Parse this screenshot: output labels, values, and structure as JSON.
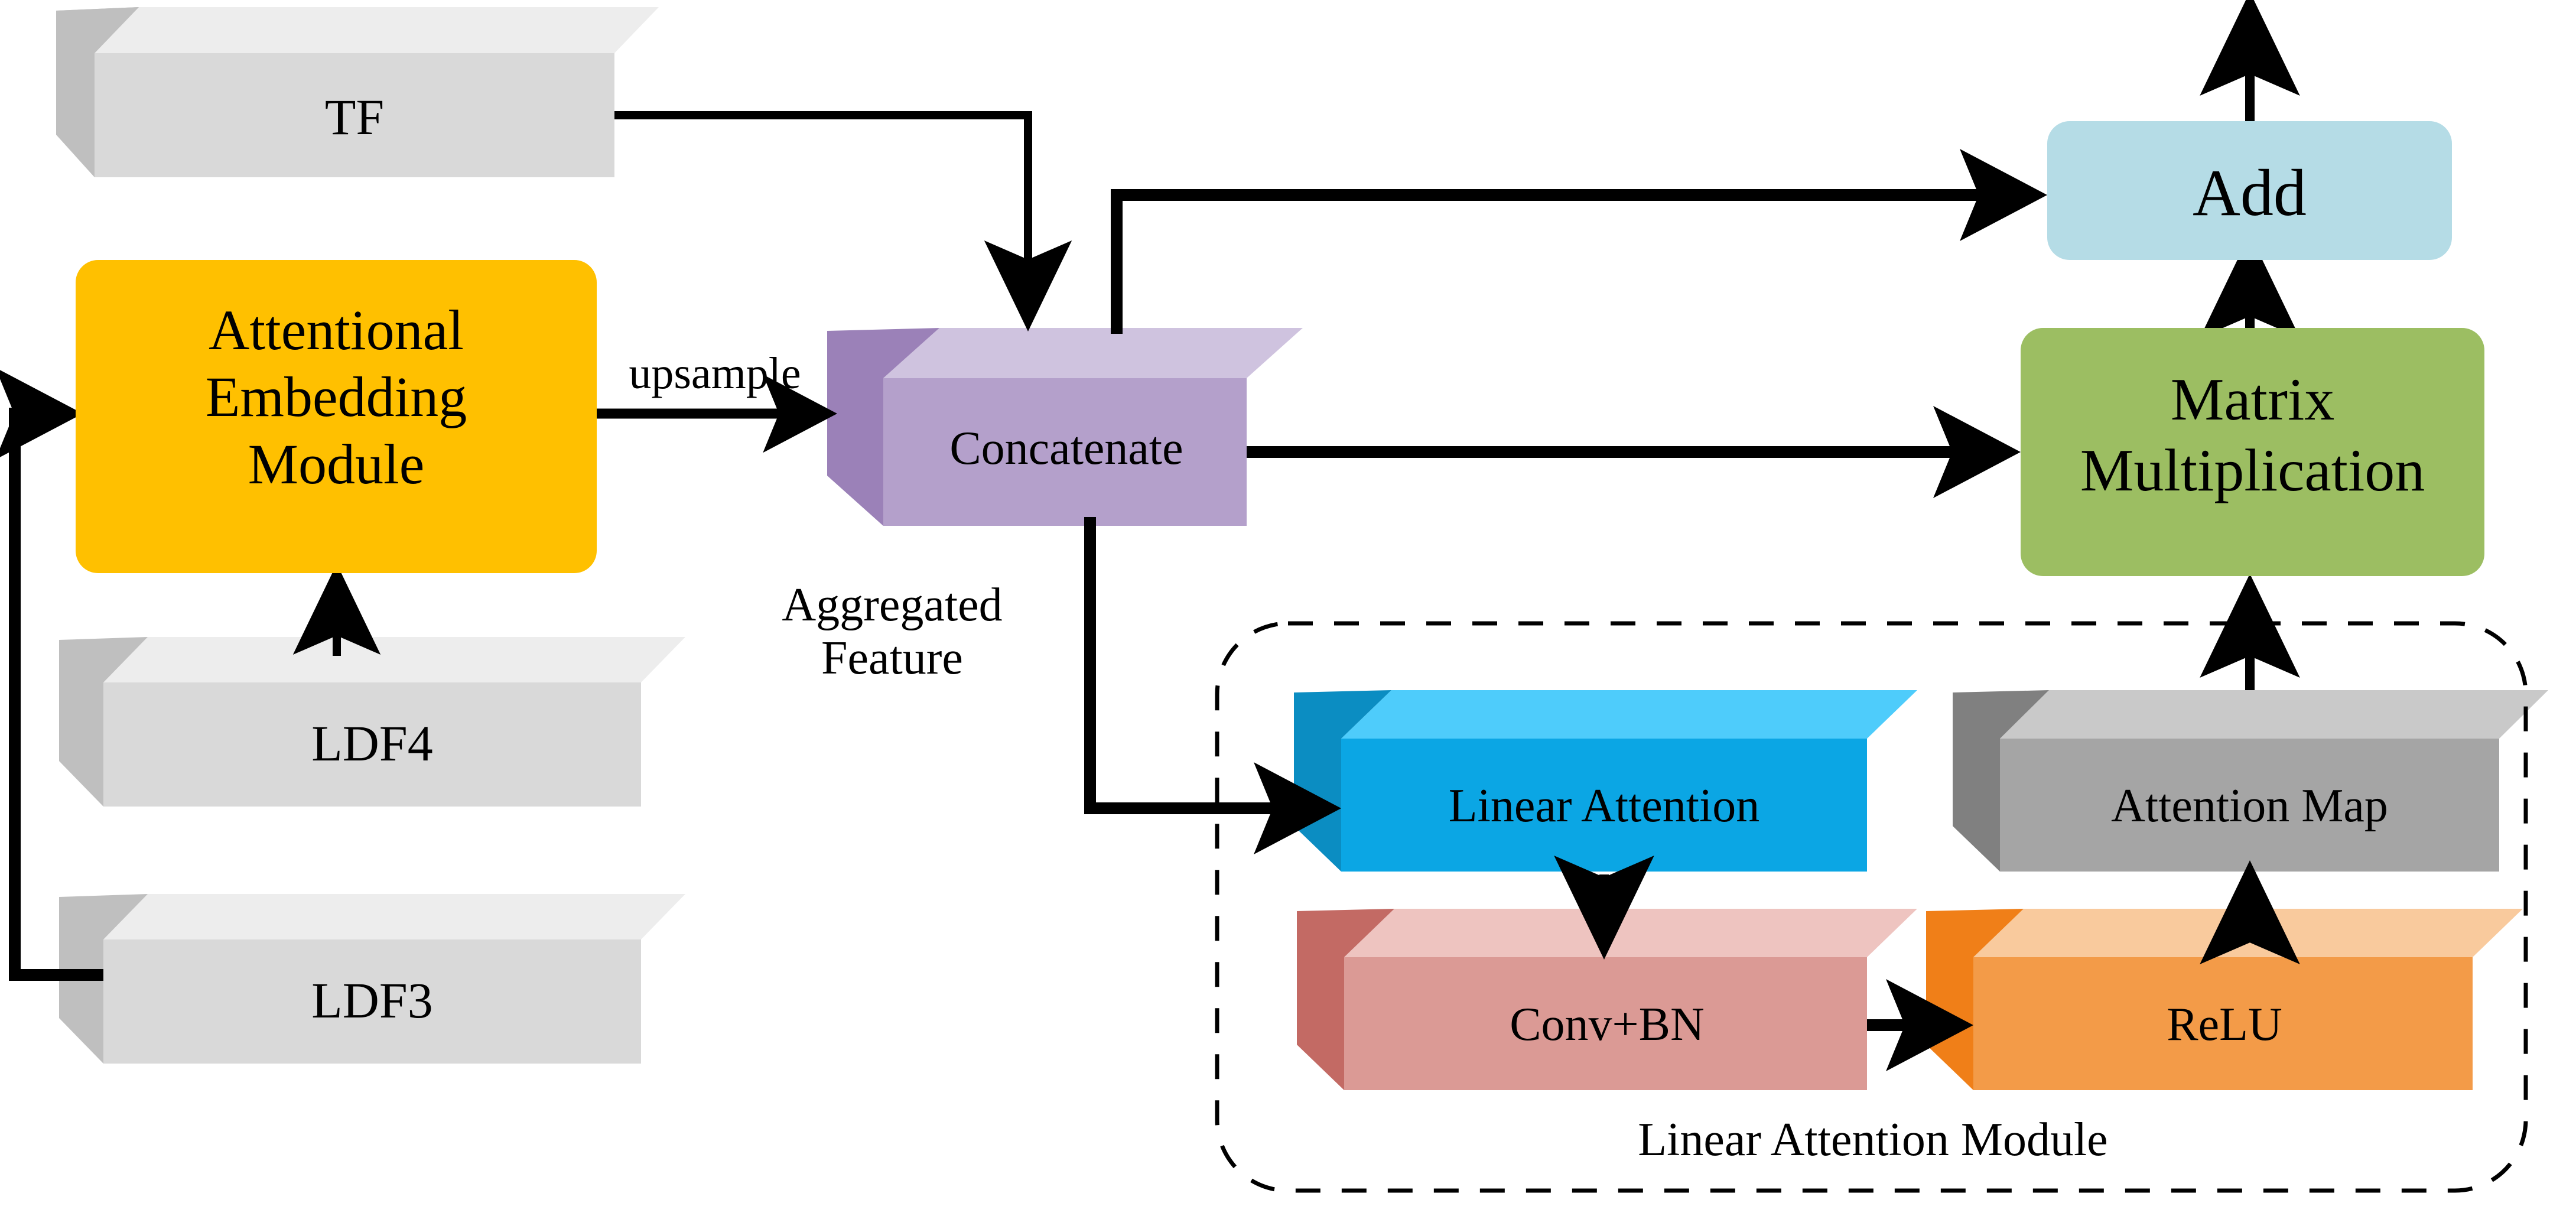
{
  "diagram": {
    "title": "Attentional Embedding and Linear Attention Module architecture",
    "background": "#ffffff"
  },
  "nodes": {
    "tf": {
      "label": "TF",
      "shape": "cube3d",
      "colors": {
        "front": "#D9D9D9",
        "top": "#EDEDED",
        "side": "#BFBFBF"
      }
    },
    "ldf4": {
      "label": "LDF4",
      "shape": "cube3d",
      "colors": {
        "front": "#D9D9D9",
        "top": "#EDEDED",
        "side": "#BFBFBF"
      }
    },
    "ldf3": {
      "label": "LDF3",
      "shape": "cube3d",
      "colors": {
        "front": "#D9D9D9",
        "top": "#EDEDED",
        "side": "#BFBFBF"
      }
    },
    "aem": {
      "label": "Attentional\nEmbedding\nModule",
      "shape": "rounded-rect",
      "color": "#FFC000"
    },
    "concatenate": {
      "label": "Concatenate",
      "shape": "cube3d",
      "colors": {
        "front": "#B4A0CB",
        "top": "#CFC3DF",
        "side": "#9B81B8"
      }
    },
    "add": {
      "label": "Add",
      "shape": "rounded-rect",
      "color": "#B5DCE6"
    },
    "matmul": {
      "label": "Matrix\nMultiplication",
      "shape": "rounded-rect",
      "color": "#9CBE62"
    },
    "linear_attention": {
      "label": "Linear Attention",
      "shape": "cube3d",
      "colors": {
        "front": "#0BA6E4",
        "top": "#4ECCFB",
        "side": "#0B8DC2"
      }
    },
    "conv_bn": {
      "label": "Conv+BN",
      "shape": "cube3d",
      "colors": {
        "front": "#DB9A95",
        "top": "#EEC4C0",
        "side": "#C36A64"
      }
    },
    "relu": {
      "label": "ReLU",
      "shape": "cube3d",
      "colors": {
        "front": "#F39B48",
        "top": "#F9CA9D",
        "side": "#F07F18"
      }
    },
    "attention_map": {
      "label": "Attention Map",
      "shape": "cube3d",
      "colors": {
        "front": "#A5A5A5",
        "top": "#C9C9C9",
        "side": "#808080"
      }
    }
  },
  "groups": {
    "linear_attention_module": {
      "label": "Linear Attention Module",
      "style": "dashed-rounded"
    }
  },
  "edge_labels": {
    "upsample": "upsample",
    "aggregated_feature": "Aggregated\nFeature",
    "aggregated_feature_line1": "Aggregated",
    "aggregated_feature_line2": "Feature"
  },
  "edges": [
    {
      "from": "ldf3",
      "to": "aem",
      "name": "ldf3-to-aem"
    },
    {
      "from": "ldf4",
      "to": "aem",
      "name": "ldf4-to-aem"
    },
    {
      "from": "aem",
      "to": "concatenate",
      "label": "upsample",
      "name": "aem-to-concatenate"
    },
    {
      "from": "tf",
      "to": "concatenate",
      "name": "tf-to-concatenate"
    },
    {
      "from": "concatenate",
      "to": "add",
      "name": "concatenate-to-add"
    },
    {
      "from": "concatenate",
      "to": "matmul",
      "name": "concatenate-to-matmul"
    },
    {
      "from": "concatenate",
      "to": "linear_attention",
      "name": "concatenate-to-linear-attention"
    },
    {
      "from": "linear_attention",
      "to": "conv_bn",
      "name": "linear-attention-to-conv-bn"
    },
    {
      "from": "conv_bn",
      "to": "relu",
      "name": "conv-bn-to-relu"
    },
    {
      "from": "relu",
      "to": "attention_map",
      "name": "relu-to-attention-map"
    },
    {
      "from": "attention_map",
      "to": "matmul",
      "name": "attention-map-to-matmul"
    },
    {
      "from": "matmul",
      "to": "add",
      "name": "matmul-to-add"
    },
    {
      "from": "add",
      "to": "output",
      "name": "add-to-output"
    }
  ]
}
